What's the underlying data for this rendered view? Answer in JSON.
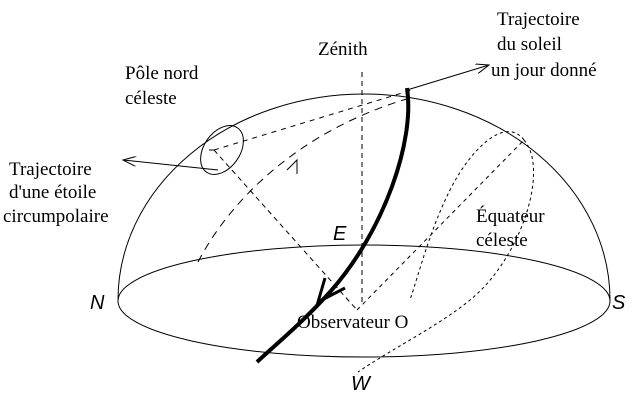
{
  "labels": {
    "zenith": "Zénith",
    "pole_line1": "Pôle nord",
    "pole_line2": "céleste",
    "sun_path_line1": "Trajectoire",
    "sun_path_line2": "du soleil",
    "sun_path_line3": "un jour donné",
    "star_path_line1": "Trajectoire",
    "star_path_line2": "d'une étoile",
    "star_path_line3": "circumpolaire",
    "equator_line1": "Équateur",
    "equator_line2": "céleste",
    "observer": "Observateur O",
    "east": "E",
    "west": "W",
    "north": "N",
    "south": "S"
  }
}
